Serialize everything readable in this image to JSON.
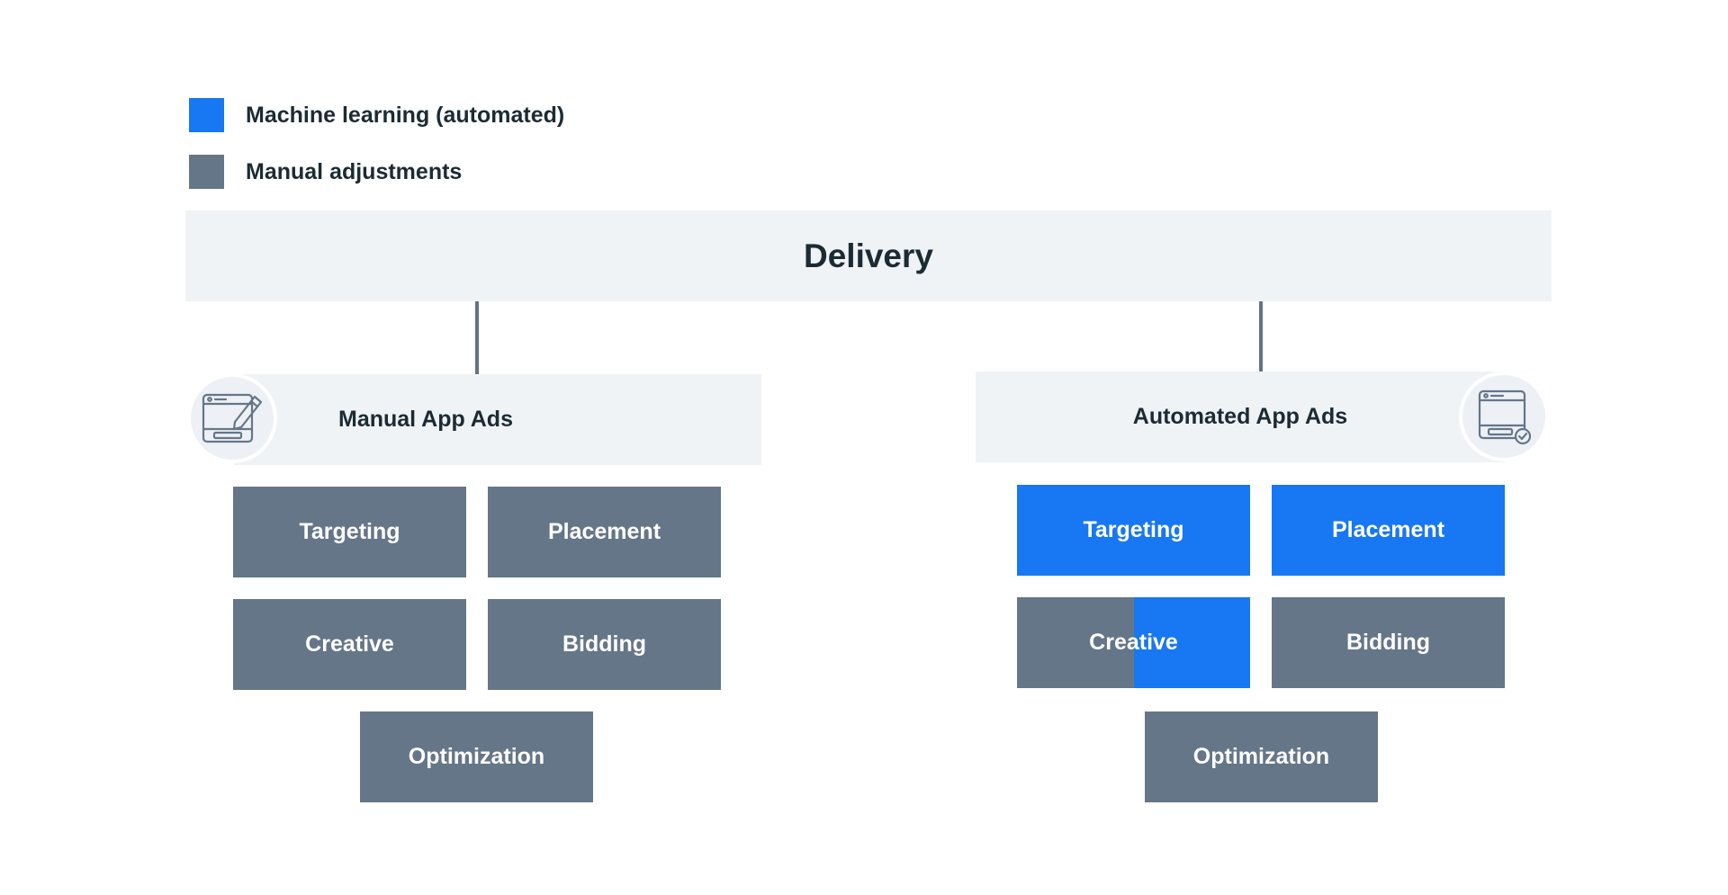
{
  "colors": {
    "ml_blue": "#1877f2",
    "manual_gray": "#657688",
    "panel_bg": "#f0f3f6",
    "connector": "#637381",
    "icon_stroke": "#657688"
  },
  "legend": [
    {
      "label": "Machine learning (automated)",
      "color": "#1877f2"
    },
    {
      "label": "Manual adjustments",
      "color": "#657688"
    }
  ],
  "diagram": {
    "root": {
      "label": "Delivery"
    },
    "manual": {
      "title": "Manual App Ads",
      "icon": "ad-edit-icon",
      "tiles": [
        {
          "label": "Targeting",
          "mode": "manual"
        },
        {
          "label": "Placement",
          "mode": "manual"
        },
        {
          "label": "Creative",
          "mode": "manual"
        },
        {
          "label": "Bidding",
          "mode": "manual"
        },
        {
          "label": "Optimization",
          "mode": "manual"
        }
      ]
    },
    "automated": {
      "title": "Automated App Ads",
      "icon": "ad-check-icon",
      "tiles": [
        {
          "label": "Targeting",
          "mode": "automated"
        },
        {
          "label": "Placement",
          "mode": "automated"
        },
        {
          "label": "Creative",
          "mode": "mixed"
        },
        {
          "label": "Bidding",
          "mode": "manual"
        },
        {
          "label": "Optimization",
          "mode": "manual"
        }
      ]
    }
  }
}
